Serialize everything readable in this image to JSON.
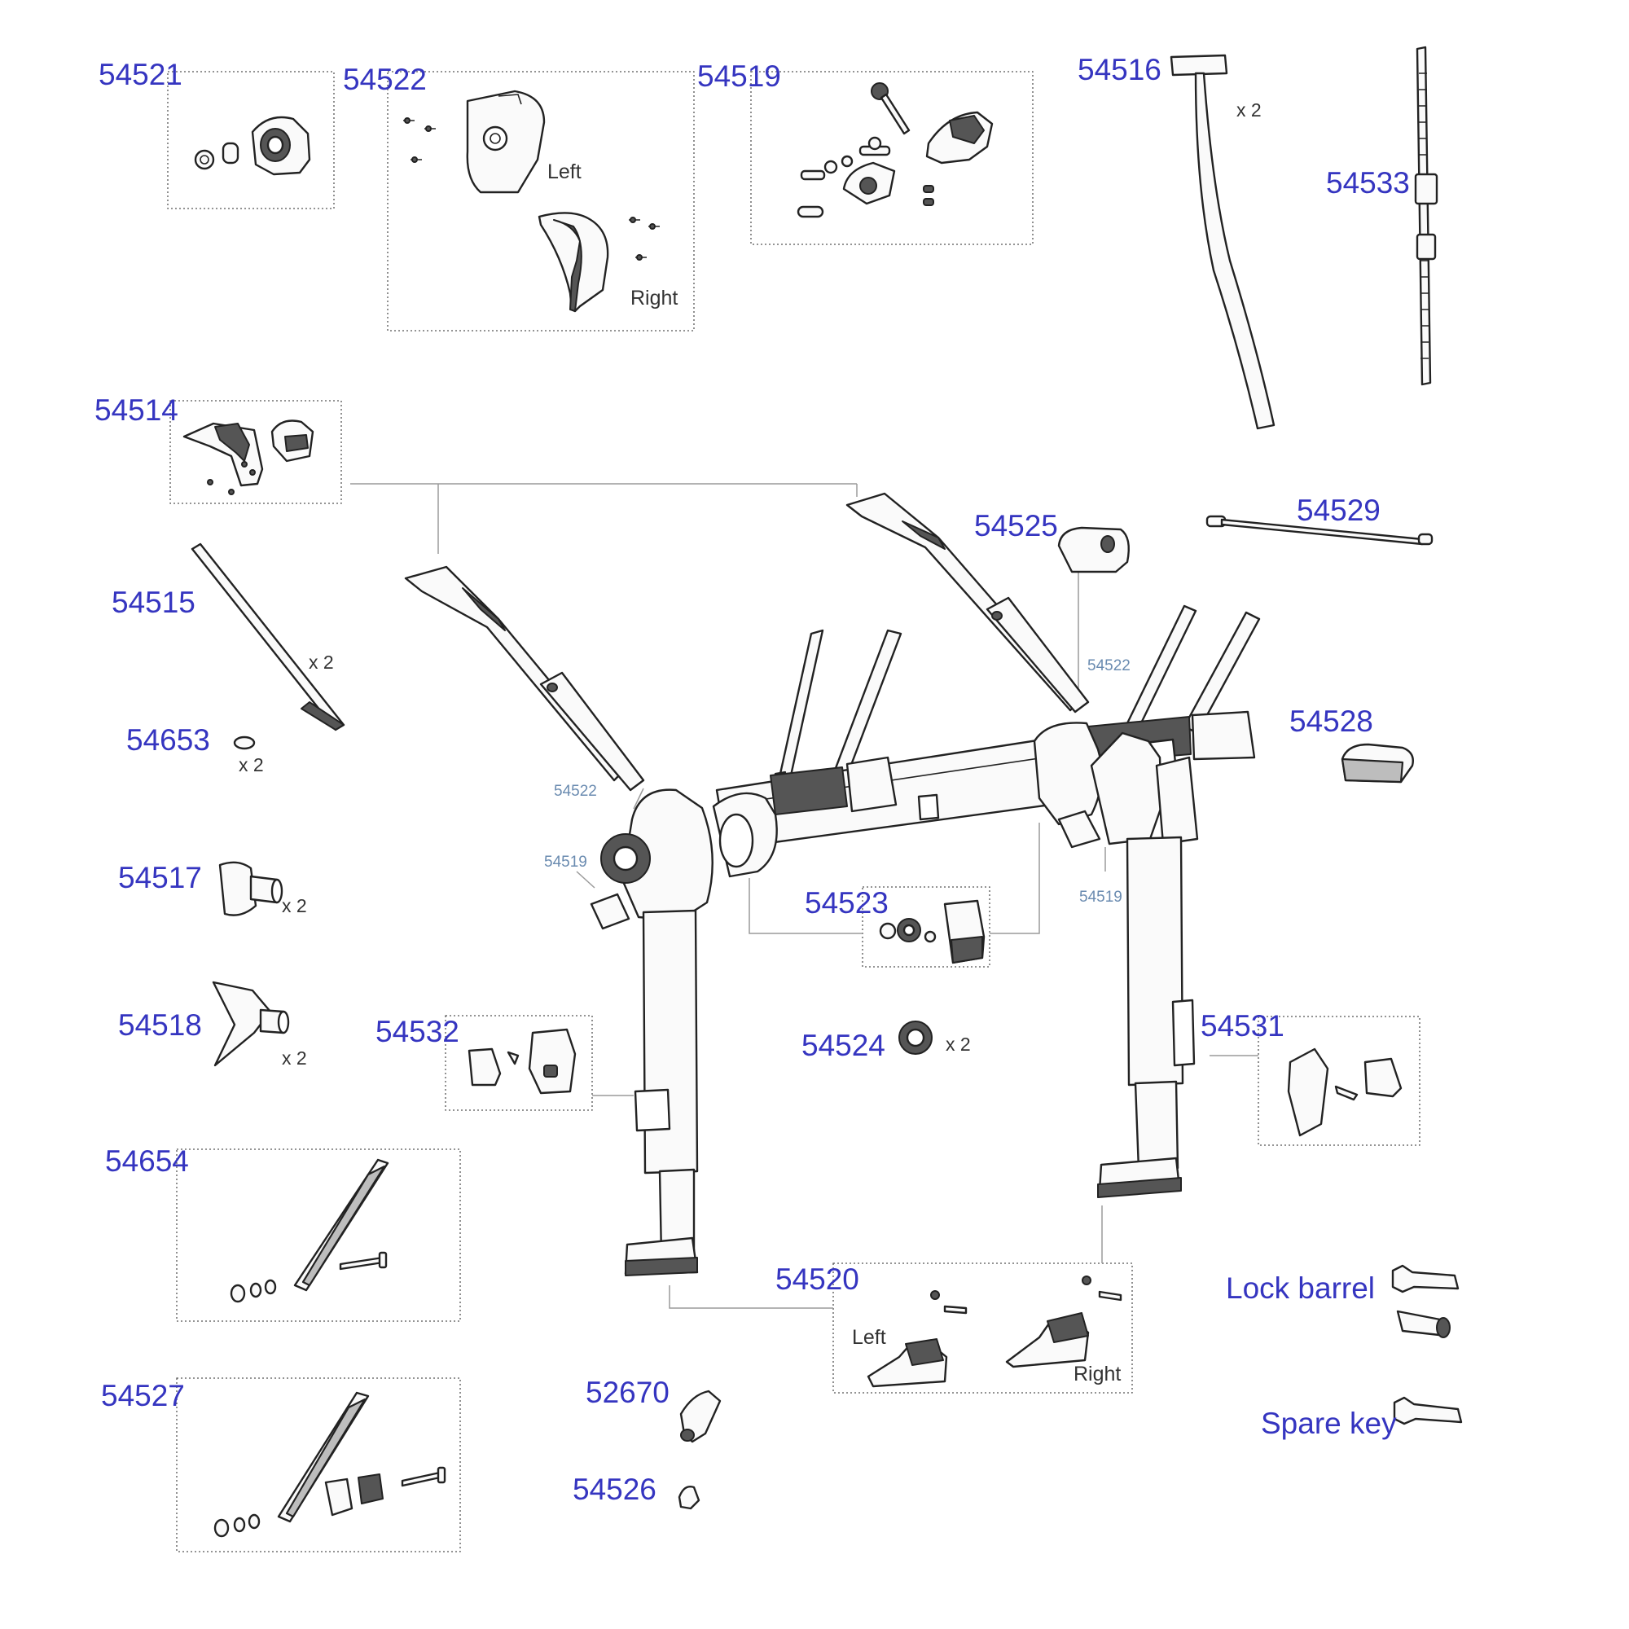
{
  "parts": [
    {
      "id": "p54521",
      "number": "54521"
    },
    {
      "id": "p54522",
      "number": "54522",
      "sides": [
        "Left",
        "Right"
      ]
    },
    {
      "id": "p54519",
      "number": "54519"
    },
    {
      "id": "p54516",
      "number": "54516",
      "qty": "x 2"
    },
    {
      "id": "p54533",
      "number": "54533"
    },
    {
      "id": "p54514",
      "number": "54514"
    },
    {
      "id": "p54515",
      "number": "54515",
      "qty": "x 2"
    },
    {
      "id": "p54653",
      "number": "54653",
      "qty": "x 2"
    },
    {
      "id": "p54517",
      "number": "54517",
      "qty": "x 2"
    },
    {
      "id": "p54518",
      "number": "54518",
      "qty": "x 2"
    },
    {
      "id": "p54525",
      "number": "54525"
    },
    {
      "id": "p54529",
      "number": "54529"
    },
    {
      "id": "p54528",
      "number": "54528"
    },
    {
      "id": "p54523",
      "number": "54523"
    },
    {
      "id": "p54524",
      "number": "54524",
      "qty": "x 2"
    },
    {
      "id": "p54532",
      "number": "54532"
    },
    {
      "id": "p54531",
      "number": "54531"
    },
    {
      "id": "p54654",
      "number": "54654"
    },
    {
      "id": "p54520",
      "number": "54520",
      "sides": [
        "Left",
        "Right"
      ]
    },
    {
      "id": "p54527",
      "number": "54527"
    },
    {
      "id": "p52670",
      "number": "52670"
    },
    {
      "id": "p54526",
      "number": "54526"
    },
    {
      "id": "lock",
      "number": "Lock barrel"
    },
    {
      "id": "key",
      "number": "Spare key"
    }
  ],
  "callouts": [
    "54522",
    "54519",
    "54522",
    "54519"
  ],
  "colors": {
    "part_number": "#3535c0",
    "callout": "#6a8bb0",
    "line": "#222222"
  }
}
